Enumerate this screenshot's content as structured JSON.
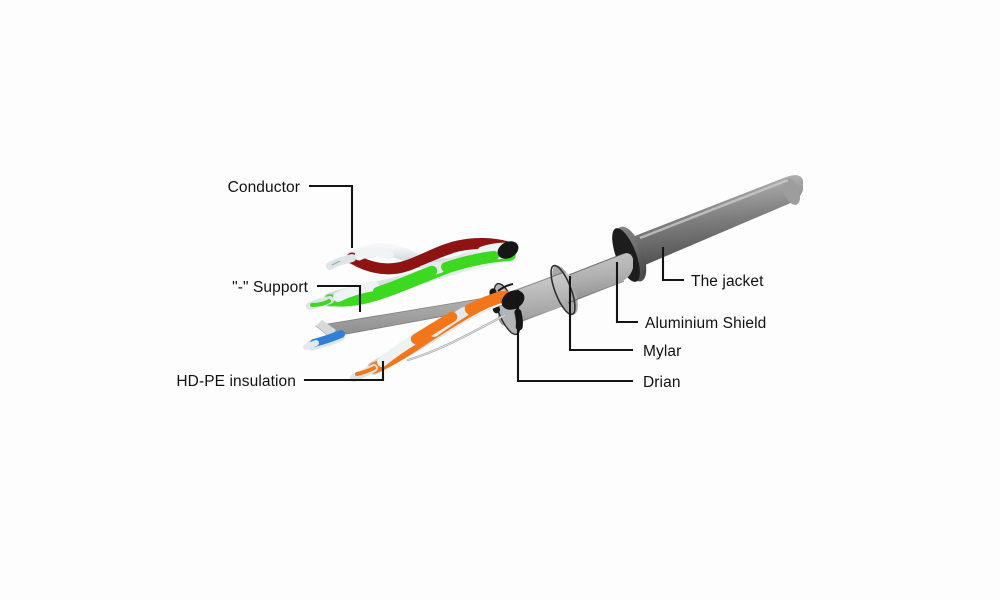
{
  "diagram": {
    "subject": "Shielded twisted pair network cable cutaway",
    "background_color": "#fdfdfd",
    "leader_color": "#141414",
    "text_color": "#111111"
  },
  "callouts": {
    "conductor": {
      "label": "Conductor"
    },
    "support": {
      "label": "\"-\" Support"
    },
    "hdpe": {
      "label": "HD-PE insulation"
    },
    "drian": {
      "label": "Drian"
    },
    "mylar": {
      "label": "Mylar"
    },
    "shield": {
      "label": "Aluminium Shield"
    },
    "jacket": {
      "label": "The jacket"
    }
  },
  "materials": {
    "jacket_light": "#b4b4b4",
    "jacket_dark": "#555555",
    "mylar_gray": "#b9b9b9",
    "shield_black": "#1c1c1c",
    "support_gray": "#9a9a9a",
    "insulation_white": "#e9eef0",
    "wire_brown": "#8e1414",
    "wire_green": "#3dd820",
    "wire_orange": "#f4761a",
    "wire_blue": "#2f7fd6",
    "drain_gray": "#9fa4a6"
  }
}
